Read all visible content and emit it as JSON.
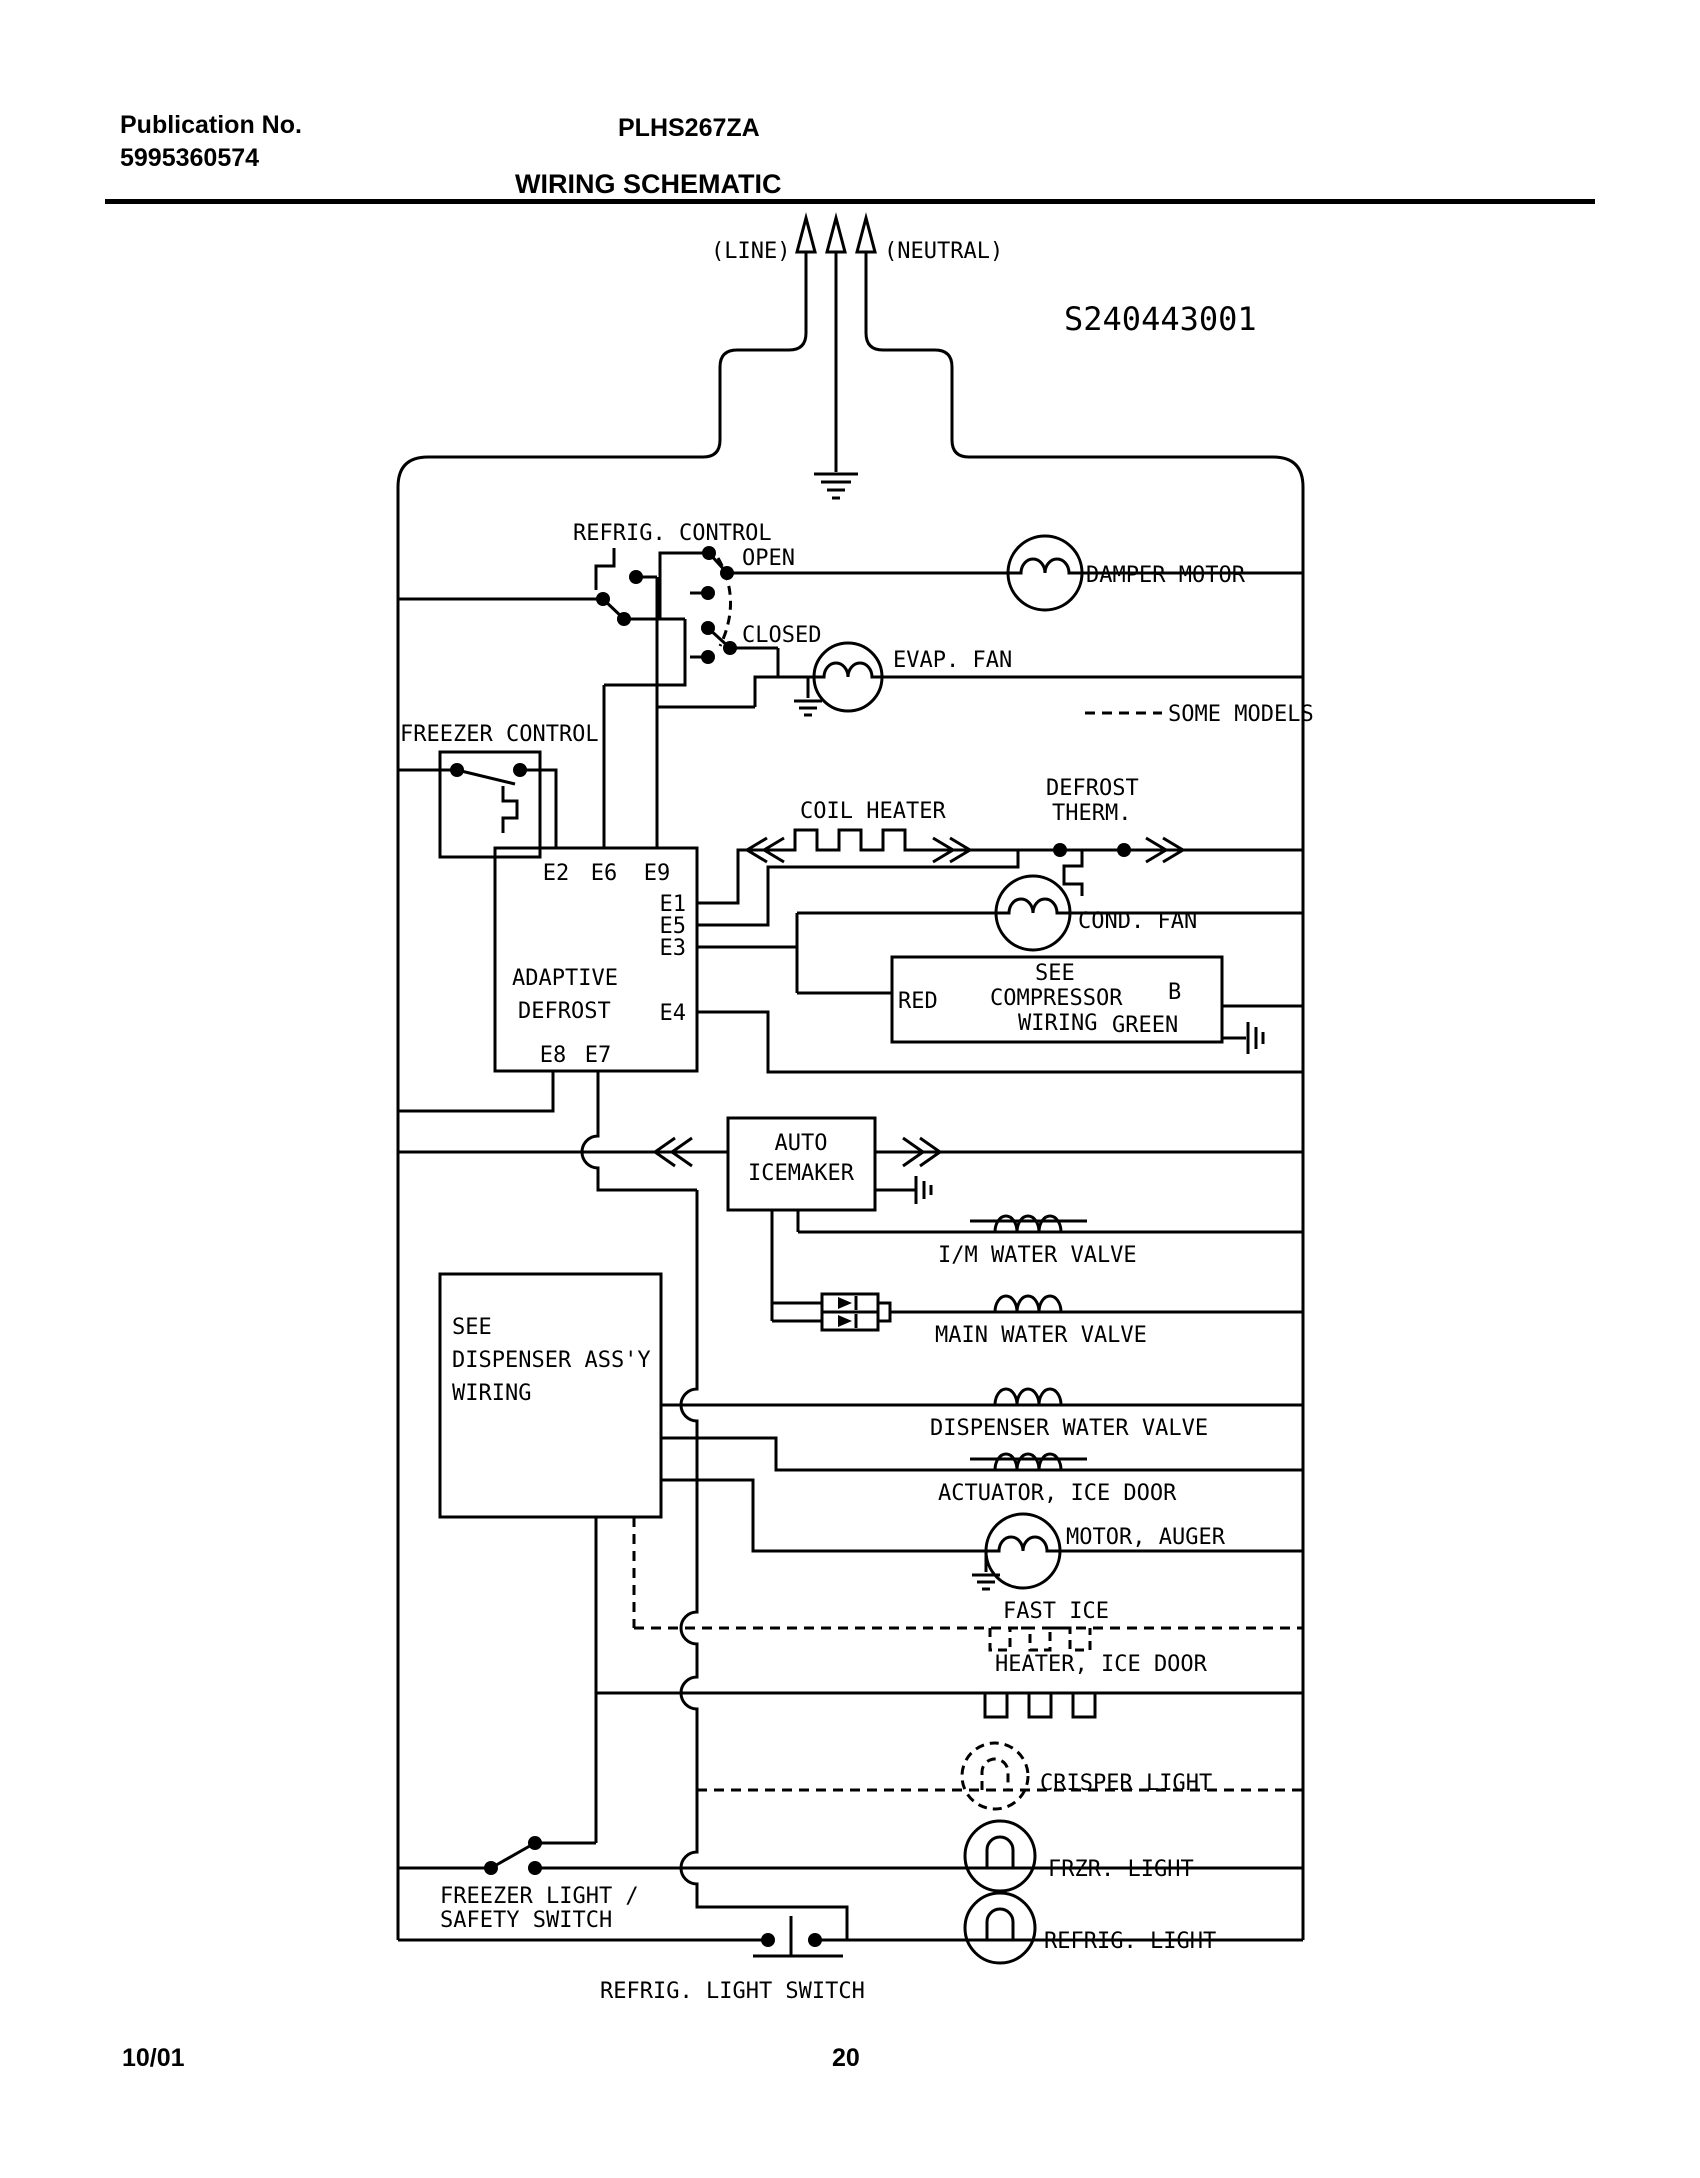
{
  "header": {
    "publication_label": "Publication No.",
    "publication_number": "5995360574",
    "model": "PLHS267ZA",
    "title": "WIRING SCHEMATIC"
  },
  "power": {
    "line": "(LINE)",
    "neutral": "(NEUTRAL)",
    "part_number": "S240443001"
  },
  "legend": {
    "some_models": "SOME MODELS"
  },
  "controls": {
    "refrig_control": "REFRIG. CONTROL",
    "open": "OPEN",
    "closed": "CLOSED",
    "freezer_control": "FREEZER CONTROL"
  },
  "components": {
    "damper_motor": "DAMPER MOTOR",
    "evap_fan": "EVAP. FAN",
    "coil_heater": "COIL HEATER",
    "defrost_therm_line1": "DEFROST",
    "defrost_therm_line2": "THERM.",
    "cond_fan": "COND. FAN",
    "im_water_valve": "I/M WATER VALVE",
    "main_water_valve": "MAIN WATER VALVE",
    "dispenser_water_valve": "DISPENSER WATER VALVE",
    "actuator_ice_door": "ACTUATOR, ICE DOOR",
    "motor_auger": "MOTOR, AUGER",
    "fast_ice": "FAST ICE",
    "heater_ice_door": "HEATER, ICE DOOR",
    "crisper_light": "CRISPER LIGHT",
    "frzr_light": "FRZR. LIGHT",
    "refrig_light": "REFRIG. LIGHT",
    "freezer_light_switch_line1": "FREEZER LIGHT /",
    "freezer_light_switch_line2": "SAFETY SWITCH",
    "refrig_light_switch": "REFRIG. LIGHT SWITCH"
  },
  "adaptive_defrost": {
    "line1": "ADAPTIVE",
    "line2": "DEFROST",
    "pins": {
      "e1": "E1",
      "e2": "E2",
      "e3": "E3",
      "e4": "E4",
      "e5": "E5",
      "e6": "E6",
      "e7": "E7",
      "e8": "E8",
      "e9": "E9"
    }
  },
  "compressor": {
    "line1": "SEE",
    "line2": "COMPRESSOR",
    "line3": "WIRING",
    "red": "RED",
    "b": "B",
    "green": "GREEN"
  },
  "icemaker": {
    "line1": "AUTO",
    "line2": "ICEMAKER"
  },
  "dispenser_box": {
    "line1": "SEE",
    "line2": "DISPENSER ASS'Y",
    "line3": "WIRING"
  },
  "footer": {
    "date": "10/01",
    "page": "20"
  }
}
